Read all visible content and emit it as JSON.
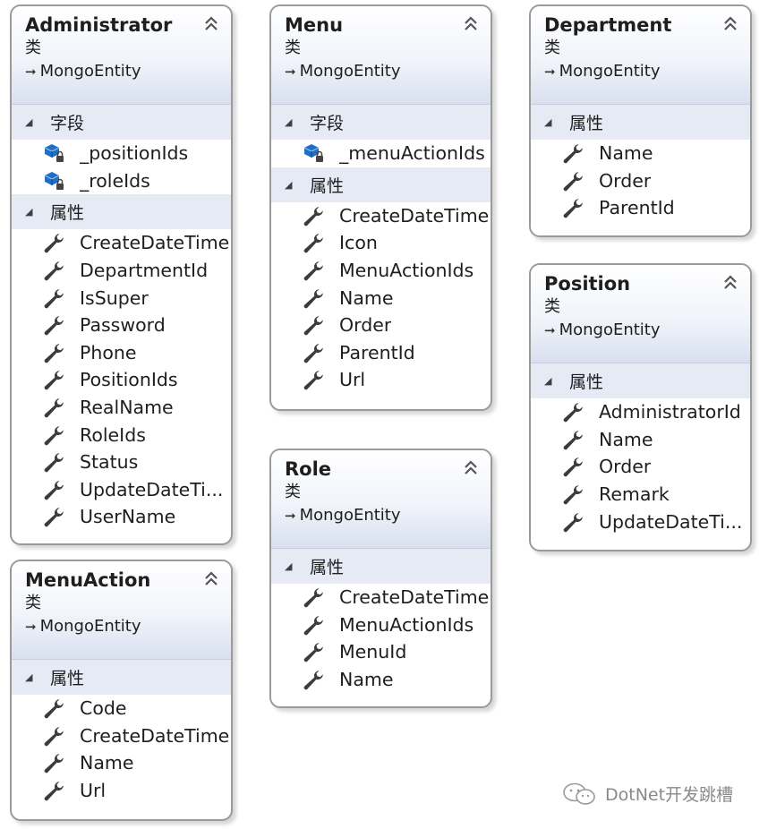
{
  "classes": {
    "administrator": {
      "name": "Administrator",
      "kind": "类",
      "base": "MongoEntity",
      "fields_header": "字段",
      "fields": [
        "_positionIds",
        "_roleIds"
      ],
      "props_header": "属性",
      "props": [
        "CreateDateTime",
        "DepartmentId",
        "IsSuper",
        "Password",
        "Phone",
        "PositionIds",
        "RealName",
        "RoleIds",
        "Status",
        "UpdateDateTi...",
        "UserName"
      ]
    },
    "menu": {
      "name": "Menu",
      "kind": "类",
      "base": "MongoEntity",
      "fields_header": "字段",
      "fields": [
        "_menuActionIds"
      ],
      "props_header": "属性",
      "props": [
        "CreateDateTime",
        "Icon",
        "MenuActionIds",
        "Name",
        "Order",
        "ParentId",
        "Url"
      ]
    },
    "department": {
      "name": "Department",
      "kind": "类",
      "base": "MongoEntity",
      "props_header": "属性",
      "props": [
        "Name",
        "Order",
        "ParentId"
      ]
    },
    "position": {
      "name": "Position",
      "kind": "类",
      "base": "MongoEntity",
      "props_header": "属性",
      "props": [
        "AdministratorId",
        "Name",
        "Order",
        "Remark",
        "UpdateDateTi..."
      ]
    },
    "role": {
      "name": "Role",
      "kind": "类",
      "base": "MongoEntity",
      "props_header": "属性",
      "props": [
        "CreateDateTime",
        "MenuActionIds",
        "MenuId",
        "Name"
      ]
    },
    "menuaction": {
      "name": "MenuAction",
      "kind": "类",
      "base": "MongoEntity",
      "props_header": "属性",
      "props": [
        "Code",
        "CreateDateTime",
        "Name",
        "Url"
      ]
    }
  },
  "icons": {
    "collapse": "double-chevron-up-icon",
    "property": "wrench-icon",
    "field": "private-field-icon",
    "inherit": "inheritance-arrow-icon",
    "section_toggle": "triangle-expanded-icon"
  },
  "watermark": {
    "text": "DotNet开发跳槽",
    "icon": "wechat-icon"
  },
  "colors": {
    "border": "#9a9a9a",
    "header_gradient_end": "#d8e0ef",
    "section_bg": "#e5eaf4",
    "field_icon": "#1f6fc4"
  }
}
